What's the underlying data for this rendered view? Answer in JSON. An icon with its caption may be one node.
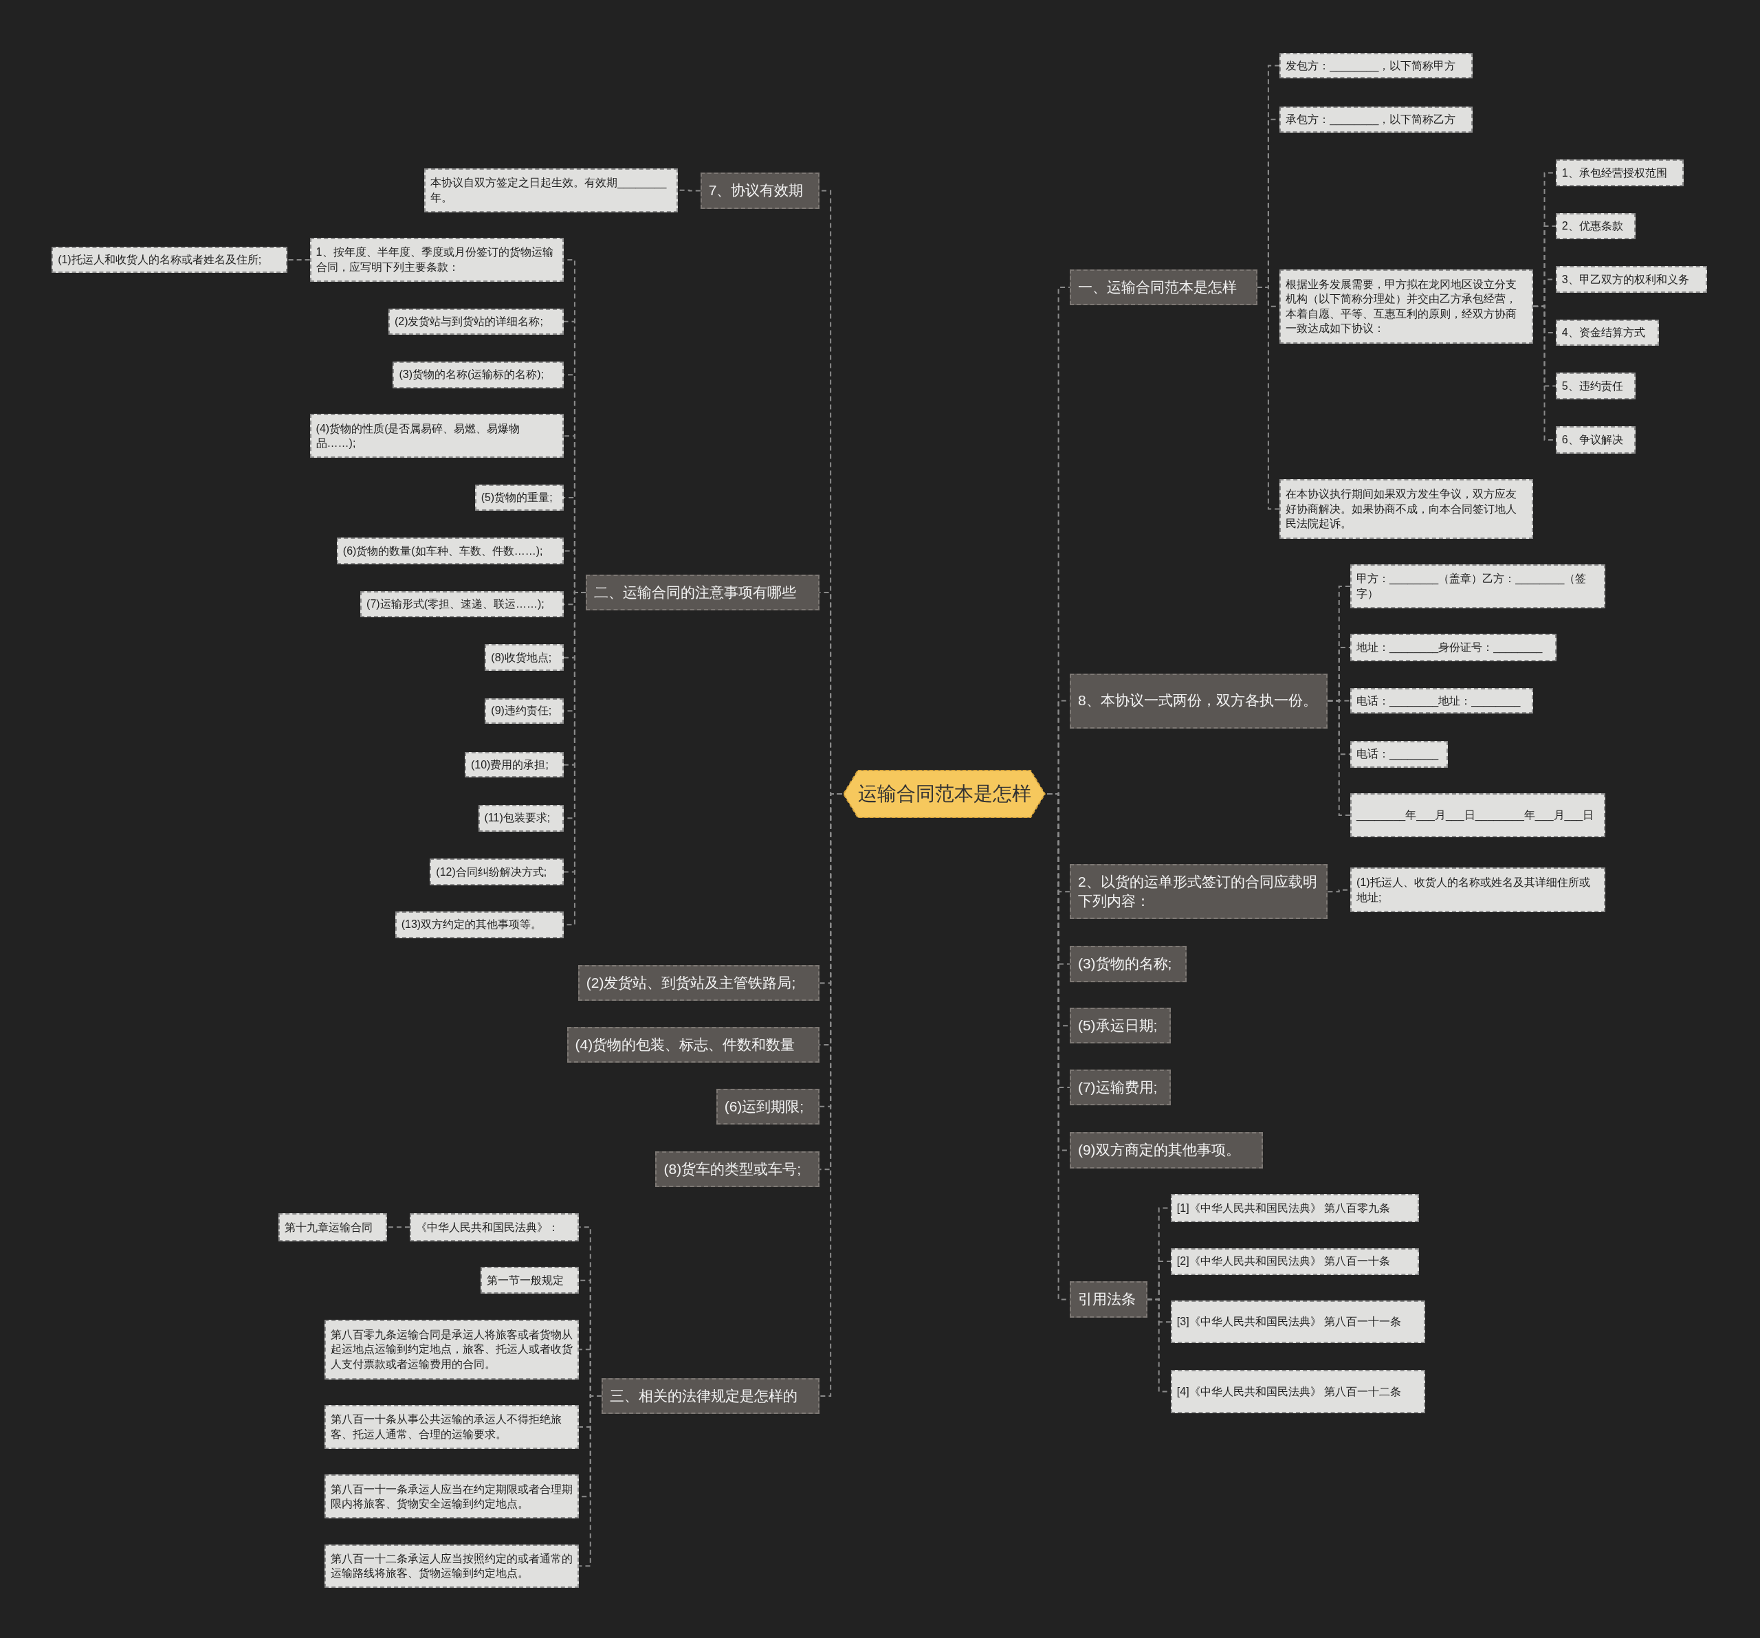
{
  "diagram": {
    "nodes": [
      {
        "text": [
          "运输合同范本是怎样"
        ]
      },
      {
        "text": [
          "一、运输合同范本是怎样"
        ]
      },
      {
        "text": [
          "发包方：________，以下简称甲方"
        ]
      },
      {
        "text": [
          "承包方：________，以下简称乙方"
        ]
      },
      {
        "text": [
          "根据业务发展需要，甲方拟在龙冈地区设立分支机构（以下简称分理处）并交由乙方承包经营，本着自愿、平等、互惠互利的原则，经双方协商一致达成如下协议："
        ]
      },
      {
        "text": [
          "1、承包经营授权范围"
        ]
      },
      {
        "text": [
          "2、优惠条款"
        ]
      },
      {
        "text": [
          "3、甲乙双方的权利和义务"
        ]
      },
      {
        "text": [
          "4、资金结算方式"
        ]
      },
      {
        "text": [
          "5、违约责任"
        ]
      },
      {
        "text": [
          "6、争议解决"
        ]
      },
      {
        "text": [
          "在本协议执行期间如果双方发生争议，双方应友好协商解决。如果协商不成，向本合同签订地人民法院起诉。"
        ]
      },
      {
        "text": [
          "8、本协议一式两份，双方各执一份。"
        ]
      },
      {
        "text": [
          "甲方：________（盖章）乙方：________（签字）"
        ]
      },
      {
        "text": [
          "地址：________身份证号：________"
        ]
      },
      {
        "text": [
          "电话：________地址：________"
        ]
      },
      {
        "text": [
          "电话：________"
        ]
      },
      {
        "text": [
          "________年___月___日________年___月___日"
        ]
      },
      {
        "text": [
          "2、以货的运单形式签订的合同应载明下列内容："
        ]
      },
      {
        "text": [
          "(1)托运人、收货人的名称或姓名及其详细住所或地址;"
        ]
      },
      {
        "text": [
          "(3)货物的名称;"
        ]
      },
      {
        "text": [
          "(5)承运日期;"
        ]
      },
      {
        "text": [
          "(7)运输费用;"
        ]
      },
      {
        "text": [
          "(9)双方商定的其他事项。"
        ]
      },
      {
        "text": [
          "引用法条"
        ]
      },
      {
        "text": [
          "[1]《中华人民共和国民法典》 第八百零九条"
        ]
      },
      {
        "text": [
          "[2]《中华人民共和国民法典》 第八百一十条"
        ]
      },
      {
        "text": [
          "[3]《中华人民共和国民法典》 第八百一十一条"
        ]
      },
      {
        "text": [
          "[4]《中华人民共和国民法典》 第八百一十二条"
        ]
      },
      {
        "text": [
          "7、协议有效期"
        ]
      },
      {
        "text": [
          "本协议自双方签定之日起生效。有效期________年。"
        ]
      },
      {
        "text": [
          "二、运输合同的注意事项有哪些"
        ]
      },
      {
        "text": [
          "1、按年度、半年度、季度或月份签订的货物运输合同，应写明下列主要条款："
        ]
      },
      {
        "text": [
          "(1)托运人和收货人的名称或者姓名及住所;"
        ]
      },
      {
        "text": [
          "(2)发货站与到货站的详细名称;"
        ]
      },
      {
        "text": [
          "(3)货物的名称(运输标的名称);"
        ]
      },
      {
        "text": [
          "(4)货物的性质(是否属易碎、易燃、易爆物品……);"
        ]
      },
      {
        "text": [
          "(5)货物的重量;"
        ]
      },
      {
        "text": [
          "(6)货物的数量(如车种、车数、件数……);"
        ]
      },
      {
        "text": [
          "(7)运输形式(零担、速递、联运……);"
        ]
      },
      {
        "text": [
          "(8)收货地点;"
        ]
      },
      {
        "text": [
          "(9)违约责任;"
        ]
      },
      {
        "text": [
          "(10)费用的承担;"
        ]
      },
      {
        "text": [
          "(11)包装要求;"
        ]
      },
      {
        "text": [
          "(12)合同纠纷解决方式;"
        ]
      },
      {
        "text": [
          "(13)双方约定的其他事项等。"
        ]
      },
      {
        "text": [
          "(2)发货站、到货站及主管铁路局;"
        ]
      },
      {
        "text": [
          "(4)货物的包装、标志、件数和数量"
        ]
      },
      {
        "text": [
          "(6)运到期限;"
        ]
      },
      {
        "text": [
          "(8)货车的类型或车号;"
        ]
      },
      {
        "text": [
          "三、相关的法律规定是怎样的"
        ]
      },
      {
        "text": [
          "《中华人民共和国民法典》："
        ]
      },
      {
        "text": [
          "第十九章运输合同"
        ]
      },
      {
        "text": [
          "第一节一般规定"
        ]
      },
      {
        "text": [
          "第八百零九条运输合同是承运人将旅客或者货物从起运地点运输到约定地点，旅客、托运人或者收货人支付票款或者运输费用的合同。"
        ]
      },
      {
        "text": [
          "第八百一十条从事公共运输的承运人不得拒绝旅客、托运人通常、合理的运输要求。"
        ]
      },
      {
        "text": [
          "第八百一十一条承运人应当在约定期限或者合理期限内将旅客、货物安全运输到约定地点。"
        ]
      },
      {
        "text": [
          "第八百一十二条承运人应当按照约定的或者通常的运输路线将旅客、货物运输到约定地点。"
        ]
      }
    ],
    "edges": [
      {
        "from": 0,
        "to": 1,
        "arrow": "none"
      },
      {
        "from": 1,
        "to": 2,
        "arrow": "none"
      },
      {
        "from": 1,
        "to": 3,
        "arrow": "none"
      },
      {
        "from": 1,
        "to": 4,
        "arrow": "none"
      },
      {
        "from": 4,
        "to": 5,
        "arrow": "none"
      },
      {
        "from": 4,
        "to": 6,
        "arrow": "none"
      },
      {
        "from": 4,
        "to": 7,
        "arrow": "none"
      },
      {
        "from": 4,
        "to": 8,
        "arrow": "none"
      },
      {
        "from": 4,
        "to": 9,
        "arrow": "none"
      },
      {
        "from": 4,
        "to": 10,
        "arrow": "none"
      },
      {
        "from": 1,
        "to": 11,
        "arrow": "none"
      },
      {
        "from": 0,
        "to": 12,
        "arrow": "none"
      },
      {
        "from": 12,
        "to": 13,
        "arrow": "none"
      },
      {
        "from": 12,
        "to": 14,
        "arrow": "none"
      },
      {
        "from": 12,
        "to": 15,
        "arrow": "none"
      },
      {
        "from": 12,
        "to": 16,
        "arrow": "none"
      },
      {
        "from": 12,
        "to": 17,
        "arrow": "none"
      },
      {
        "from": 0,
        "to": 18,
        "arrow": "none"
      },
      {
        "from": 18,
        "to": 19,
        "arrow": "none"
      },
      {
        "from": 0,
        "to": 20,
        "arrow": "none"
      },
      {
        "from": 0,
        "to": 21,
        "arrow": "none"
      },
      {
        "from": 0,
        "to": 22,
        "arrow": "none"
      },
      {
        "from": 0,
        "to": 23,
        "arrow": "none"
      },
      {
        "from": 0,
        "to": 24,
        "arrow": "none"
      },
      {
        "from": 24,
        "to": 25,
        "arrow": "none"
      },
      {
        "from": 24,
        "to": 26,
        "arrow": "none"
      },
      {
        "from": 24,
        "to": 27,
        "arrow": "none"
      },
      {
        "from": 24,
        "to": 28,
        "arrow": "none"
      },
      {
        "from": 0,
        "to": 29,
        "arrow": "none"
      },
      {
        "from": 29,
        "to": 30,
        "arrow": "none"
      },
      {
        "from": 0,
        "to": 31,
        "arrow": "none"
      },
      {
        "from": 31,
        "to": 32,
        "arrow": "none"
      },
      {
        "from": 32,
        "to": 33,
        "arrow": "none"
      },
      {
        "from": 31,
        "to": 34,
        "arrow": "none"
      },
      {
        "from": 31,
        "to": 35,
        "arrow": "none"
      },
      {
        "from": 31,
        "to": 36,
        "arrow": "none"
      },
      {
        "from": 31,
        "to": 37,
        "arrow": "none"
      },
      {
        "from": 31,
        "to": 38,
        "arrow": "none"
      },
      {
        "from": 31,
        "to": 39,
        "arrow": "none"
      },
      {
        "from": 31,
        "to": 40,
        "arrow": "none"
      },
      {
        "from": 31,
        "to": 41,
        "arrow": "none"
      },
      {
        "from": 31,
        "to": 42,
        "arrow": "none"
      },
      {
        "from": 31,
        "to": 43,
        "arrow": "none"
      },
      {
        "from": 31,
        "to": 44,
        "arrow": "none"
      },
      {
        "from": 31,
        "to": 45,
        "arrow": "none"
      },
      {
        "from": 0,
        "to": 46,
        "arrow": "none"
      },
      {
        "from": 0,
        "to": 47,
        "arrow": "none"
      },
      {
        "from": 0,
        "to": 48,
        "arrow": "none"
      },
      {
        "from": 0,
        "to": 49,
        "arrow": "none"
      },
      {
        "from": 0,
        "to": 50,
        "arrow": "none"
      },
      {
        "from": 50,
        "to": 51,
        "arrow": "none"
      },
      {
        "from": 51,
        "to": 52,
        "arrow": "none"
      },
      {
        "from": 50,
        "to": 53,
        "arrow": "none"
      },
      {
        "from": 50,
        "to": 54,
        "arrow": "none"
      },
      {
        "from": 50,
        "to": 55,
        "arrow": "none"
      },
      {
        "from": 50,
        "to": 56,
        "arrow": "none"
      },
      {
        "from": 50,
        "to": 57,
        "arrow": "none"
      }
    ]
  }
}
